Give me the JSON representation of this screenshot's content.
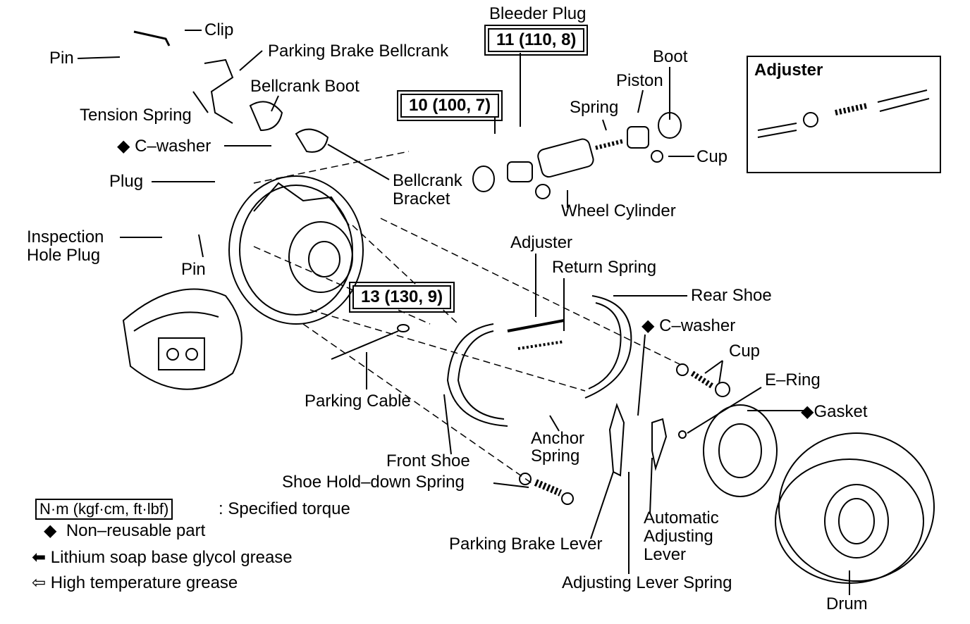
{
  "labels": {
    "pin_top": "Pin",
    "clip": "Clip",
    "parking_brake_bellcrank": "Parking Brake Bellcrank",
    "tension_spring": "Tension Spring",
    "bellcrank_boot": "Bellcrank Boot",
    "c_washer_left": "C–washer",
    "plug": "Plug",
    "inspection_hole_plug_1": "Inspection",
    "inspection_hole_plug_2": "Hole Plug",
    "pin_mid": "Pin",
    "bellcrank_bracket_1": "Bellcrank",
    "bellcrank_bracket_2": "Bracket",
    "bleeder_plug": "Bleeder Plug",
    "spring_wc": "Spring",
    "piston": "Piston",
    "boot": "Boot",
    "cup_wc": "Cup",
    "wheel_cylinder": "Wheel Cylinder",
    "adjuster": "Adjuster",
    "return_spring": "Return Spring",
    "rear_shoe": "Rear Shoe",
    "c_washer_right": "C–washer",
    "cup_right": "Cup",
    "e_ring": "E–Ring",
    "gasket": "Gasket",
    "parking_cable": "Parking Cable",
    "anchor_spring_1": "Anchor",
    "anchor_spring_2": "Spring",
    "front_shoe": "Front Shoe",
    "shoe_hold_down_spring": "Shoe Hold–down Spring",
    "parking_brake_lever": "Parking Brake Lever",
    "automatic_adjusting_lever_1": "Automatic",
    "automatic_adjusting_lever_2": "Adjusting",
    "automatic_adjusting_lever_3": "Lever",
    "adjusting_lever_spring": "Adjusting Lever Spring",
    "drum": "Drum"
  },
  "torques": {
    "bleeder": "11 (110, 8)",
    "wheel_cylinder_bolt": "10 (100, 7)",
    "backing_plate": "13 (130, 9)"
  },
  "inset": {
    "title": "Adjuster"
  },
  "legend": {
    "torque_unit": "N·m (kgf·cm, ft·lbf)",
    "torque_desc": ": Specified torque",
    "non_reusable": "Non–reusable part",
    "lithium": "Lithium soap base glycol grease",
    "high_temp": "High temperature grease"
  },
  "colors": {
    "ink": "#000000",
    "paper": "#ffffff"
  }
}
